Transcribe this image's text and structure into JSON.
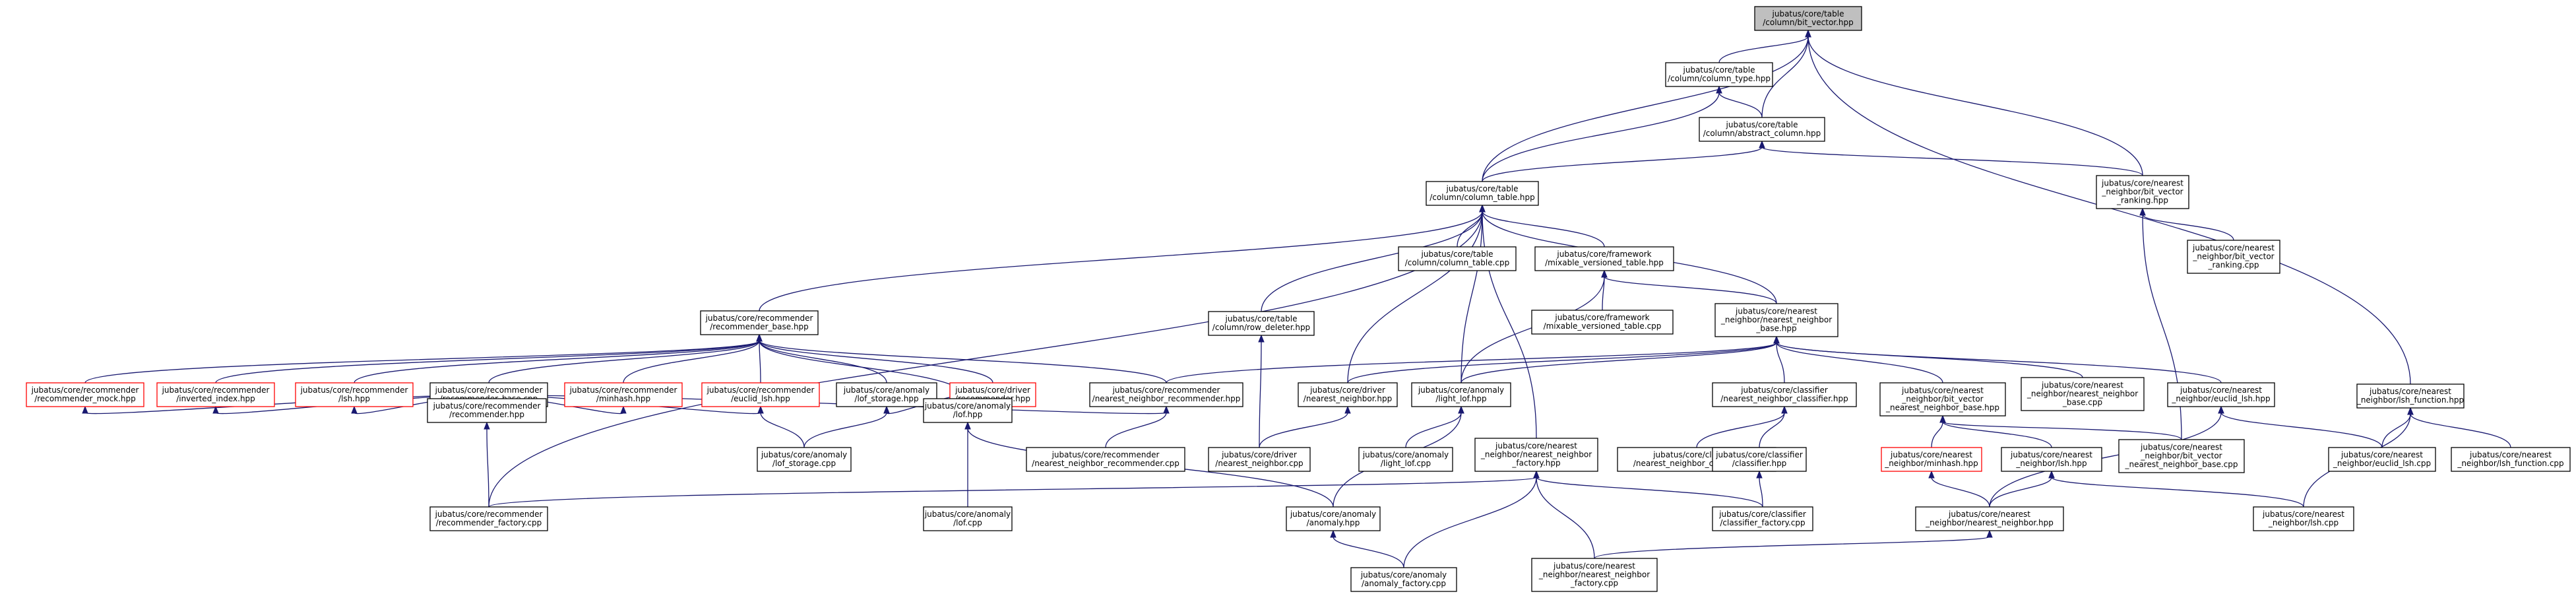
{
  "colors": {
    "edge": "#191970",
    "border_default": "#000000",
    "border_missing": "#ff0000",
    "fill_default": "#ffffff",
    "fill_root": "#bfbfbf"
  },
  "nodes": [
    {
      "id": "bit_vector_hpp",
      "lines": [
        "jubatus/core/table",
        "/column/bit_vector.hpp"
      ],
      "kind": "root"
    },
    {
      "id": "column_type_hpp",
      "lines": [
        "jubatus/core/table",
        "/column/column_type.hpp"
      ],
      "kind": "normal"
    },
    {
      "id": "abstract_column_hpp",
      "lines": [
        "jubatus/core/table",
        "/column/abstract_column.hpp"
      ],
      "kind": "normal"
    },
    {
      "id": "bit_vector_ranking_hpp",
      "lines": [
        "jubatus/core/nearest",
        "_neighbor/bit_vector",
        "_ranking.hpp"
      ],
      "kind": "normal"
    },
    {
      "id": "bit_vector_ranking_cpp",
      "lines": [
        "jubatus/core/nearest",
        "_neighbor/bit_vector",
        "_ranking.cpp"
      ],
      "kind": "normal"
    },
    {
      "id": "column_table_hpp",
      "lines": [
        "jubatus/core/table",
        "/column/column_table.hpp"
      ],
      "kind": "normal"
    },
    {
      "id": "column_table_cpp",
      "lines": [
        "jubatus/core/table",
        "/column/column_table.cpp"
      ],
      "kind": "normal"
    },
    {
      "id": "mixable_versioned_table_hpp",
      "lines": [
        "jubatus/core/framework",
        "/mixable_versioned_table.hpp"
      ],
      "kind": "normal"
    },
    {
      "id": "mixable_versioned_table_cpp",
      "lines": [
        "jubatus/core/framework",
        "/mixable_versioned_table.cpp"
      ],
      "kind": "normal"
    },
    {
      "id": "recommender_base_hpp",
      "lines": [
        "jubatus/core/recommender",
        "/recommender_base.hpp"
      ],
      "kind": "normal"
    },
    {
      "id": "row_deleter_hpp",
      "lines": [
        "jubatus/core/table",
        "/column/row_deleter.hpp"
      ],
      "kind": "normal"
    },
    {
      "id": "nn_base_hpp",
      "lines": [
        "jubatus/core/nearest",
        "_neighbor/nearest_neighbor",
        "_base.hpp"
      ],
      "kind": "normal"
    },
    {
      "id": "lsh_function_hpp",
      "lines": [
        "jubatus/core/nearest",
        "_neighbor/lsh_function.hpp"
      ],
      "kind": "normal"
    },
    {
      "id": "recommender_mock_hpp",
      "lines": [
        "jubatus/core/recommender",
        "/recommender_mock.hpp"
      ],
      "kind": "missing"
    },
    {
      "id": "inverted_index_hpp",
      "lines": [
        "jubatus/core/recommender",
        "/inverted_index.hpp"
      ],
      "kind": "missing"
    },
    {
      "id": "rec_lsh_hpp",
      "lines": [
        "jubatus/core/recommender",
        "/lsh.hpp"
      ],
      "kind": "missing"
    },
    {
      "id": "recommender_base_cpp",
      "lines": [
        "jubatus/core/recommender",
        "/recommender_base.cpp"
      ],
      "kind": "normal"
    },
    {
      "id": "rec_minhash_hpp",
      "lines": [
        "jubatus/core/recommender",
        "/minhash.hpp"
      ],
      "kind": "missing"
    },
    {
      "id": "rec_euclid_lsh_hpp",
      "lines": [
        "jubatus/core/recommender",
        "/euclid_lsh.hpp"
      ],
      "kind": "missing"
    },
    {
      "id": "lof_storage_hpp",
      "lines": [
        "jubatus/core/anomaly",
        "/lof_storage.hpp"
      ],
      "kind": "normal"
    },
    {
      "id": "driver_recommender_hpp",
      "lines": [
        "jubatus/core/driver",
        "/recommender.hpp"
      ],
      "kind": "missing"
    },
    {
      "id": "nn_recommender_hpp",
      "lines": [
        "jubatus/core/recommender",
        "/nearest_neighbor_recommender.hpp"
      ],
      "kind": "normal"
    },
    {
      "id": "driver_nn_hpp",
      "lines": [
        "jubatus/core/driver",
        "/nearest_neighbor.hpp"
      ],
      "kind": "normal"
    },
    {
      "id": "light_lof_hpp",
      "lines": [
        "jubatus/core/anomaly",
        "/light_lof.hpp"
      ],
      "kind": "normal"
    },
    {
      "id": "nn_classifier_hpp",
      "lines": [
        "jubatus/core/classifier",
        "/nearest_neighbor_classifier.hpp"
      ],
      "kind": "normal"
    },
    {
      "id": "nn_bit_vector_base_hpp",
      "lines": [
        "jubatus/core/nearest",
        "_neighbor/bit_vector",
        "_nearest_neighbor_base.hpp"
      ],
      "kind": "normal"
    },
    {
      "id": "nn_base_cpp",
      "lines": [
        "jubatus/core/nearest",
        "_neighbor/nearest_neighbor",
        "_base.cpp"
      ],
      "kind": "normal"
    },
    {
      "id": "nn_euclid_lsh_hpp",
      "lines": [
        "jubatus/core/nearest",
        "_neighbor/euclid_lsh.hpp"
      ],
      "kind": "normal"
    },
    {
      "id": "recommender_hpp",
      "lines": [
        "jubatus/core/recommender",
        "/recommender.hpp"
      ],
      "kind": "normal"
    },
    {
      "id": "lof_storage_cpp",
      "lines": [
        "jubatus/core/anomaly",
        "/lof_storage.cpp"
      ],
      "kind": "normal"
    },
    {
      "id": "lof_hpp",
      "lines": [
        "jubatus/core/anomaly",
        "/lof.hpp"
      ],
      "kind": "normal"
    },
    {
      "id": "nn_recommender_cpp",
      "lines": [
        "jubatus/core/recommender",
        "/nearest_neighbor_recommender.cpp"
      ],
      "kind": "normal"
    },
    {
      "id": "driver_nn_cpp",
      "lines": [
        "jubatus/core/driver",
        "/nearest_neighbor.cpp"
      ],
      "kind": "normal"
    },
    {
      "id": "light_lof_cpp",
      "lines": [
        "jubatus/core/anomaly",
        "/light_lof.cpp"
      ],
      "kind": "normal"
    },
    {
      "id": "nn_factory_hpp",
      "lines": [
        "jubatus/core/nearest",
        "_neighbor/nearest_neighbor",
        "_factory.hpp"
      ],
      "kind": "normal"
    },
    {
      "id": "nn_classifier_cpp",
      "lines": [
        "jubatus/core/classifier",
        "/nearest_neighbor_classifier.cpp"
      ],
      "kind": "normal"
    },
    {
      "id": "classifier_hpp",
      "lines": [
        "jubatus/core/classifier",
        "/classifier.hpp"
      ],
      "kind": "normal"
    },
    {
      "id": "nn_minhash_hpp",
      "lines": [
        "jubatus/core/nearest",
        "_neighbor/minhash.hpp"
      ],
      "kind": "missing"
    },
    {
      "id": "nn_lsh_hpp",
      "lines": [
        "jubatus/core/nearest",
        "_neighbor/lsh.hpp"
      ],
      "kind": "normal"
    },
    {
      "id": "nn_bit_vector_base_cpp",
      "lines": [
        "jubatus/core/nearest",
        "_neighbor/bit_vector",
        "_nearest_neighbor_base.cpp"
      ],
      "kind": "normal"
    },
    {
      "id": "nn_euclid_lsh_cpp",
      "lines": [
        "jubatus/core/nearest",
        "_neighbor/euclid_lsh.cpp"
      ],
      "kind": "normal"
    },
    {
      "id": "lsh_function_cpp",
      "lines": [
        "jubatus/core/nearest",
        "_neighbor/lsh_function.cpp"
      ],
      "kind": "normal"
    },
    {
      "id": "recommender_factory_cpp",
      "lines": [
        "jubatus/core/recommender",
        "/recommender_factory.cpp"
      ],
      "kind": "normal"
    },
    {
      "id": "lof_cpp",
      "lines": [
        "jubatus/core/anomaly",
        "/lof.cpp"
      ],
      "kind": "normal"
    },
    {
      "id": "anomaly_hpp",
      "lines": [
        "jubatus/core/anomaly",
        "/anomaly.hpp"
      ],
      "kind": "normal"
    },
    {
      "id": "classifier_factory_cpp",
      "lines": [
        "jubatus/core/classifier",
        "/classifier_factory.cpp"
      ],
      "kind": "normal"
    },
    {
      "id": "nn_nearest_neighbor_hpp",
      "lines": [
        "jubatus/core/nearest",
        "_neighbor/nearest_neighbor.hpp"
      ],
      "kind": "normal"
    },
    {
      "id": "nn_lsh_cpp",
      "lines": [
        "jubatus/core/nearest",
        "_neighbor/lsh.cpp"
      ],
      "kind": "normal"
    },
    {
      "id": "anomaly_factory_cpp",
      "lines": [
        "jubatus/core/anomaly",
        "/anomaly_factory.cpp"
      ],
      "kind": "normal"
    },
    {
      "id": "nn_factory_cpp",
      "lines": [
        "jubatus/core/nearest",
        "_neighbor/nearest_neighbor",
        "_factory.cpp"
      ],
      "kind": "normal"
    }
  ],
  "edges": [
    [
      "column_type_hpp",
      "bit_vector_hpp"
    ],
    [
      "abstract_column_hpp",
      "bit_vector_hpp"
    ],
    [
      "column_table_hpp",
      "bit_vector_hpp"
    ],
    [
      "bit_vector_ranking_hpp",
      "bit_vector_hpp"
    ],
    [
      "lsh_function_hpp",
      "bit_vector_hpp"
    ],
    [
      "abstract_column_hpp",
      "column_type_hpp"
    ],
    [
      "column_table_hpp",
      "column_type_hpp"
    ],
    [
      "column_table_hpp",
      "abstract_column_hpp"
    ],
    [
      "bit_vector_ranking_hpp",
      "abstract_column_hpp"
    ],
    [
      "bit_vector_ranking_cpp",
      "bit_vector_ranking_hpp"
    ],
    [
      "nn_bit_vector_base_cpp",
      "bit_vector_ranking_hpp"
    ],
    [
      "column_table_cpp",
      "column_table_hpp"
    ],
    [
      "mixable_versioned_table_hpp",
      "column_table_hpp"
    ],
    [
      "recommender_base_hpp",
      "column_table_hpp"
    ],
    [
      "row_deleter_hpp",
      "column_table_hpp"
    ],
    [
      "nn_base_hpp",
      "column_table_hpp"
    ],
    [
      "driver_nn_hpp",
      "column_table_hpp"
    ],
    [
      "light_lof_hpp",
      "column_table_hpp"
    ],
    [
      "nn_factory_hpp",
      "column_table_hpp"
    ],
    [
      "recommender_factory_cpp",
      "column_table_hpp"
    ],
    [
      "mixable_versioned_table_cpp",
      "mixable_versioned_table_hpp"
    ],
    [
      "nn_base_hpp",
      "mixable_versioned_table_hpp"
    ],
    [
      "light_lof_hpp",
      "mixable_versioned_table_hpp"
    ],
    [
      "recommender_mock_hpp",
      "recommender_base_hpp"
    ],
    [
      "inverted_index_hpp",
      "recommender_base_hpp"
    ],
    [
      "rec_lsh_hpp",
      "recommender_base_hpp"
    ],
    [
      "recommender_base_cpp",
      "recommender_base_hpp"
    ],
    [
      "rec_minhash_hpp",
      "recommender_base_hpp"
    ],
    [
      "rec_euclid_lsh_hpp",
      "recommender_base_hpp"
    ],
    [
      "lof_storage_hpp",
      "recommender_base_hpp"
    ],
    [
      "driver_recommender_hpp",
      "recommender_base_hpp"
    ],
    [
      "nn_recommender_hpp",
      "recommender_base_hpp"
    ],
    [
      "lof_hpp",
      "recommender_base_hpp"
    ],
    [
      "driver_nn_cpp",
      "row_deleter_hpp"
    ],
    [
      "nn_recommender_hpp",
      "nn_base_hpp"
    ],
    [
      "driver_nn_hpp",
      "nn_base_hpp"
    ],
    [
      "light_lof_hpp",
      "nn_base_hpp"
    ],
    [
      "nn_classifier_hpp",
      "nn_base_hpp"
    ],
    [
      "nn_bit_vector_base_hpp",
      "nn_base_hpp"
    ],
    [
      "nn_base_cpp",
      "nn_base_hpp"
    ],
    [
      "nn_euclid_lsh_hpp",
      "nn_base_hpp"
    ],
    [
      "lsh_function_cpp",
      "lsh_function_hpp"
    ],
    [
      "nn_euclid_lsh_cpp",
      "lsh_function_hpp"
    ],
    [
      "nn_lsh_cpp",
      "lsh_function_hpp"
    ],
    [
      "recommender_hpp",
      "recommender_mock_hpp"
    ],
    [
      "recommender_hpp",
      "inverted_index_hpp"
    ],
    [
      "recommender_hpp",
      "rec_lsh_hpp"
    ],
    [
      "recommender_hpp",
      "rec_euclid_lsh_hpp"
    ],
    [
      "recommender_hpp",
      "rec_minhash_hpp"
    ],
    [
      "recommender_hpp",
      "nn_recommender_hpp"
    ],
    [
      "lof_storage_cpp",
      "lof_storage_hpp"
    ],
    [
      "lof_hpp",
      "lof_storage_hpp"
    ],
    [
      "nn_recommender_cpp",
      "nn_recommender_hpp"
    ],
    [
      "lof_storage_cpp",
      "rec_euclid_lsh_hpp"
    ],
    [
      "driver_nn_cpp",
      "driver_nn_hpp"
    ],
    [
      "light_lof_cpp",
      "light_lof_hpp"
    ],
    [
      "anomaly_hpp",
      "light_lof_hpp"
    ],
    [
      "nn_classifier_cpp",
      "nn_classifier_hpp"
    ],
    [
      "classifier_hpp",
      "nn_classifier_hpp"
    ],
    [
      "nn_minhash_hpp",
      "nn_bit_vector_base_hpp"
    ],
    [
      "nn_lsh_hpp",
      "nn_bit_vector_base_hpp"
    ],
    [
      "nn_bit_vector_base_cpp",
      "nn_bit_vector_base_hpp"
    ],
    [
      "nn_nearest_neighbor_hpp",
      "nn_euclid_lsh_hpp"
    ],
    [
      "nn_euclid_lsh_cpp",
      "nn_euclid_lsh_hpp"
    ],
    [
      "recommender_factory_cpp",
      "recommender_hpp"
    ],
    [
      "lof_cpp",
      "lof_hpp"
    ],
    [
      "anomaly_hpp",
      "lof_hpp"
    ],
    [
      "recommender_factory_cpp",
      "nn_factory_hpp"
    ],
    [
      "classifier_factory_cpp",
      "nn_factory_hpp"
    ],
    [
      "anomaly_factory_cpp",
      "nn_factory_hpp"
    ],
    [
      "nn_factory_cpp",
      "nn_factory_hpp"
    ],
    [
      "classifier_factory_cpp",
      "classifier_hpp"
    ],
    [
      "nn_nearest_neighbor_hpp",
      "nn_minhash_hpp"
    ],
    [
      "nn_nearest_neighbor_hpp",
      "nn_lsh_hpp"
    ],
    [
      "nn_lsh_cpp",
      "nn_lsh_hpp"
    ],
    [
      "anomaly_factory_cpp",
      "anomaly_hpp"
    ],
    [
      "nn_factory_cpp",
      "nn_nearest_neighbor_hpp"
    ]
  ]
}
